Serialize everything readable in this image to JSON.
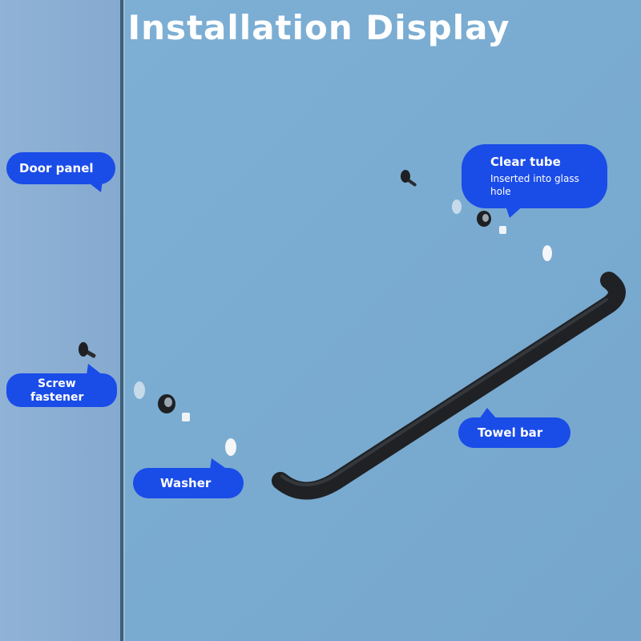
{
  "title": "Installation Display",
  "callouts": {
    "door_panel": "Door panel",
    "clear_tube_title": "Clear tube",
    "clear_tube_desc_line1": "Inserted into glass",
    "clear_tube_desc_line2": "hole",
    "screw_line1": "Screw",
    "screw_line2": "fastener",
    "towel_bar": "Towel bar",
    "washer": "Washer"
  },
  "colors": {
    "background": "#7aaad0",
    "glass_panel": "#89aed2",
    "callout": "#1a4ce8",
    "bar": "#1f2124"
  },
  "icons": [
    "screw-icon",
    "washer-icon",
    "clear-tube-icon",
    "nut-icon",
    "towel-bar-icon"
  ]
}
